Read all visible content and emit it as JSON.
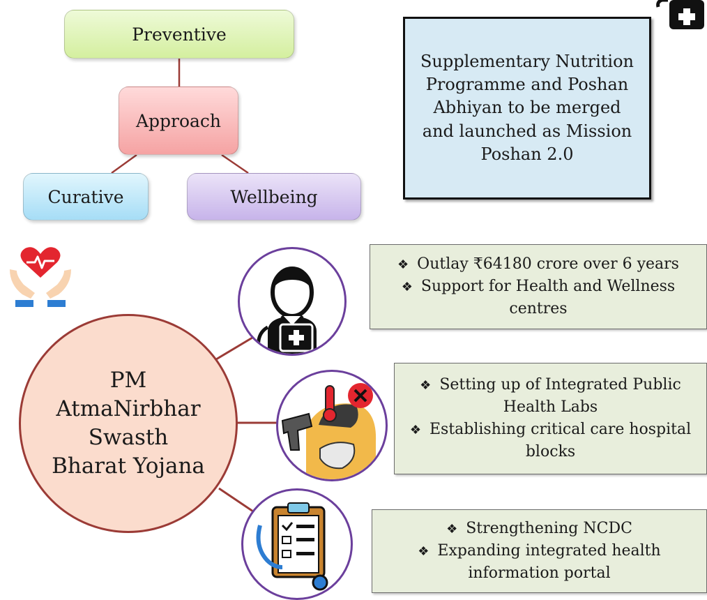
{
  "approach_tree": {
    "top": "Preventive",
    "center": "Approach",
    "left": "Curative",
    "right": "Wellbeing"
  },
  "poshan_box": {
    "text": "Supplementary Nutrition Programme and Poshan Abhiyan to be merged and launched as Mission Poshan 2.0"
  },
  "scheme": {
    "line1": "PM",
    "line2": "AtmaNirbhar",
    "line3": "Swasth",
    "line4": "Bharat Yojana"
  },
  "bullet_glyph": "❖",
  "panels": [
    {
      "items": [
        "Outlay ₹64180 crore over 6 years",
        "Support for Health and Wellness centres"
      ]
    },
    {
      "items": [
        "Setting up of Integrated Public Health Labs",
        "Establishing critical care hospital blocks"
      ]
    },
    {
      "items": [
        "Strengthening NCDC",
        "Expanding integrated health information portal"
      ]
    }
  ],
  "icons": {
    "medical_kit": "medical-kit-icon",
    "heart_hands": "heart-hands-icon",
    "doctor": "doctor-icon",
    "thermometer_check": "temperature-screening-icon",
    "clipboard": "medical-report-icon"
  },
  "colors": {
    "connector": "#9b3b36",
    "circle_fill": "#fbdccd",
    "icon_ring": "#6b3f9c",
    "panel_fill": "#e8eedc",
    "poshan_fill": "#d7eaf4"
  }
}
